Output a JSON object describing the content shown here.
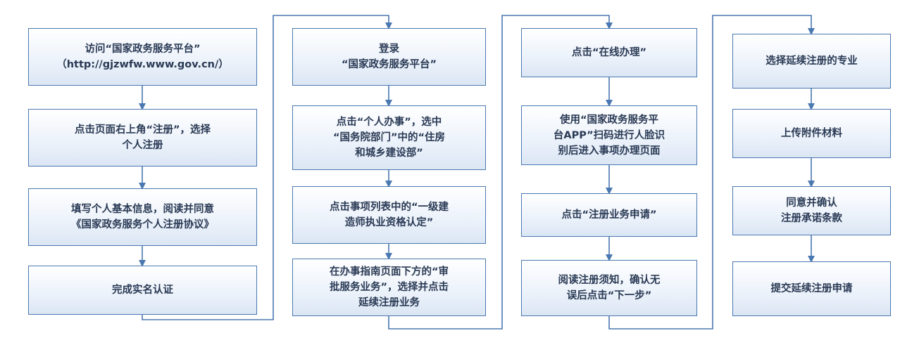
{
  "colors": {
    "line": "#4a78b0",
    "text": "#2a3a55"
  },
  "columns": [
    {
      "steps": [
        "访问“国家政务服务平台”\n（http://gjzwfw.www.gov.cn/）",
        "点击页面右上角“注册”，选择\n个人注册",
        "填写个人基本信息，阅读并同意\n《国家政务服务个人注册协议》",
        "完成实名认证"
      ]
    },
    {
      "steps": [
        "登录\n“国家政务服务平台”",
        "点击“个人办事”，选中\n“国务院部门”中的“住房\n和城乡建设部”",
        "点击事项列表中的“一级建\n造师执业资格认定”",
        "在办事指南页面下方的“审\n批服务业务”，选择并点击\n延续注册业务"
      ]
    },
    {
      "steps": [
        "点击“在线办理”",
        "使用“国家政务服务平\n台APP”扫码进行人脸识\n别后进入事项办理页面",
        "点击“注册业务申请”",
        "阅读注册须知，确认无\n误后点击“下一步”"
      ]
    },
    {
      "steps": [
        "选择延续注册的专业",
        "上传附件材料",
        "同意并确认\n注册承诺条款",
        "提交延续注册申请"
      ]
    }
  ]
}
